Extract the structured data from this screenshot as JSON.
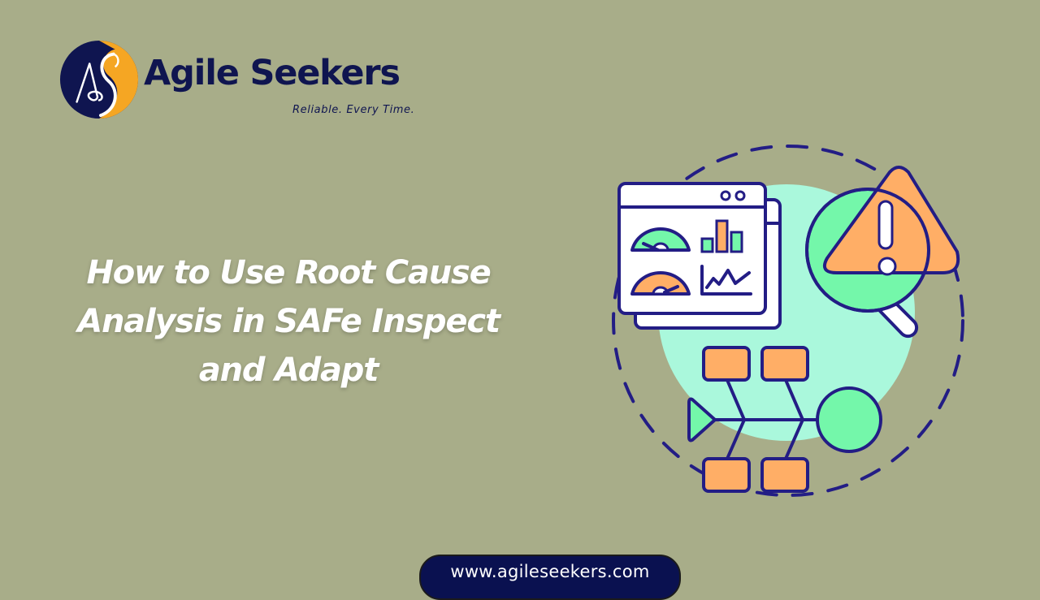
{
  "brand": {
    "name": "Agile Seekers",
    "tagline": "Reliable. Every Time.",
    "logo_monogram": "AS",
    "colors": {
      "navy": "#0f1550",
      "orange": "#f5a623",
      "white": "#ffffff"
    }
  },
  "headline": {
    "lines": [
      "How to Use Root Cause",
      "Analysis in SAFe Inspect",
      "and Adapt"
    ]
  },
  "footer": {
    "url": "www.agileseekers.com"
  },
  "illustration": {
    "description": "Root cause analysis illustration: dashboard window with gauges and charts, magnifying glass over warning triangle, fishbone diagram with four cause boxes",
    "icons": [
      "dashboard-window-icon",
      "gauge-icon",
      "bar-chart-icon",
      "line-chart-icon",
      "magnifier-icon",
      "warning-triangle-icon",
      "fishbone-diagram-icon"
    ],
    "colors": {
      "outline": "#231d85",
      "mint": "#aaf8dc",
      "green": "#74f7aa",
      "orange": "#ffae66",
      "white": "#ffffff"
    }
  },
  "background_color": "#a8ad89"
}
